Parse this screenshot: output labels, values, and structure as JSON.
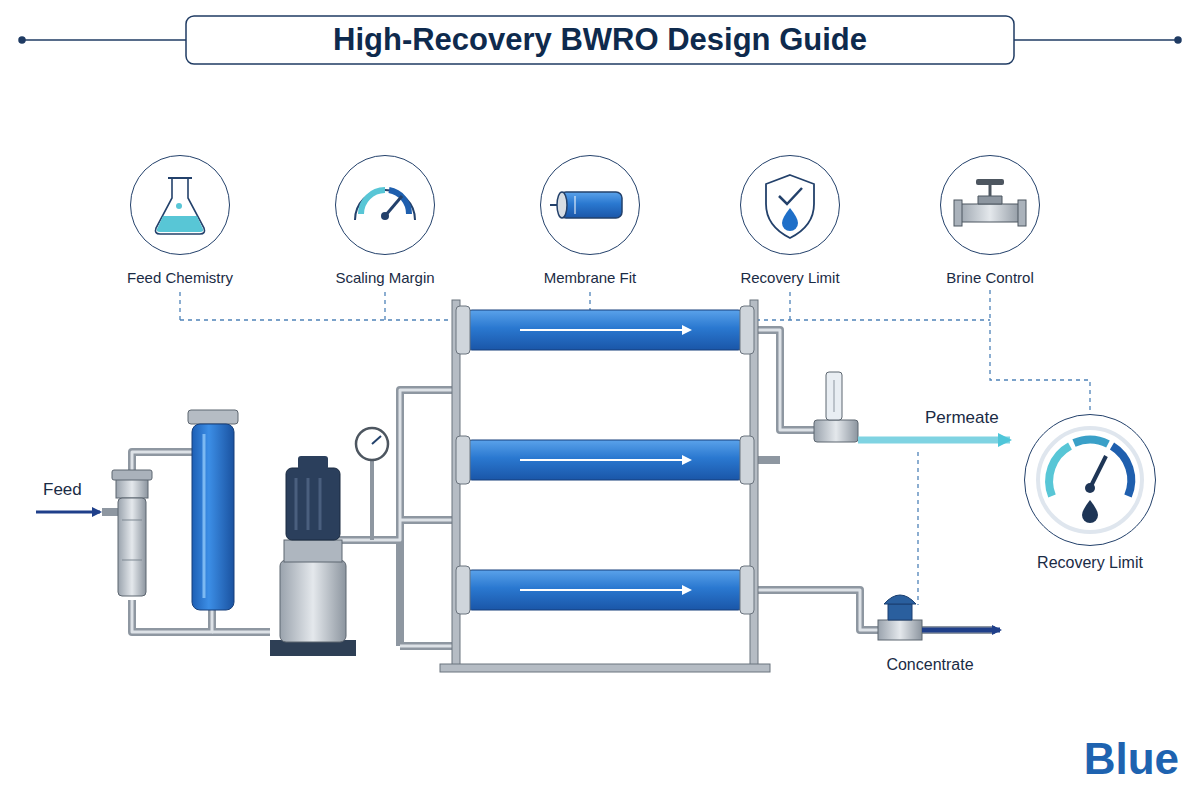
{
  "diagram": {
    "title": "High-Recovery BWRO Design Guide",
    "nodes": [
      {
        "text": [
          "Feed Chemistry"
        ]
      },
      {
        "text": [
          "Scaling Margin"
        ]
      },
      {
        "text": [
          "Membrane Fit"
        ]
      },
      {
        "text": [
          "Recovery Limit"
        ]
      },
      {
        "text": [
          "Brine Control"
        ]
      },
      {
        "text": [
          "Recovery Limit"
        ]
      }
    ],
    "edges": [
      {
        "from": 4,
        "to": 5,
        "arrow": "none"
      }
    ],
    "labels": [
      "Feed",
      "Permeate",
      "Concentrate",
      "Blue"
    ]
  }
}
